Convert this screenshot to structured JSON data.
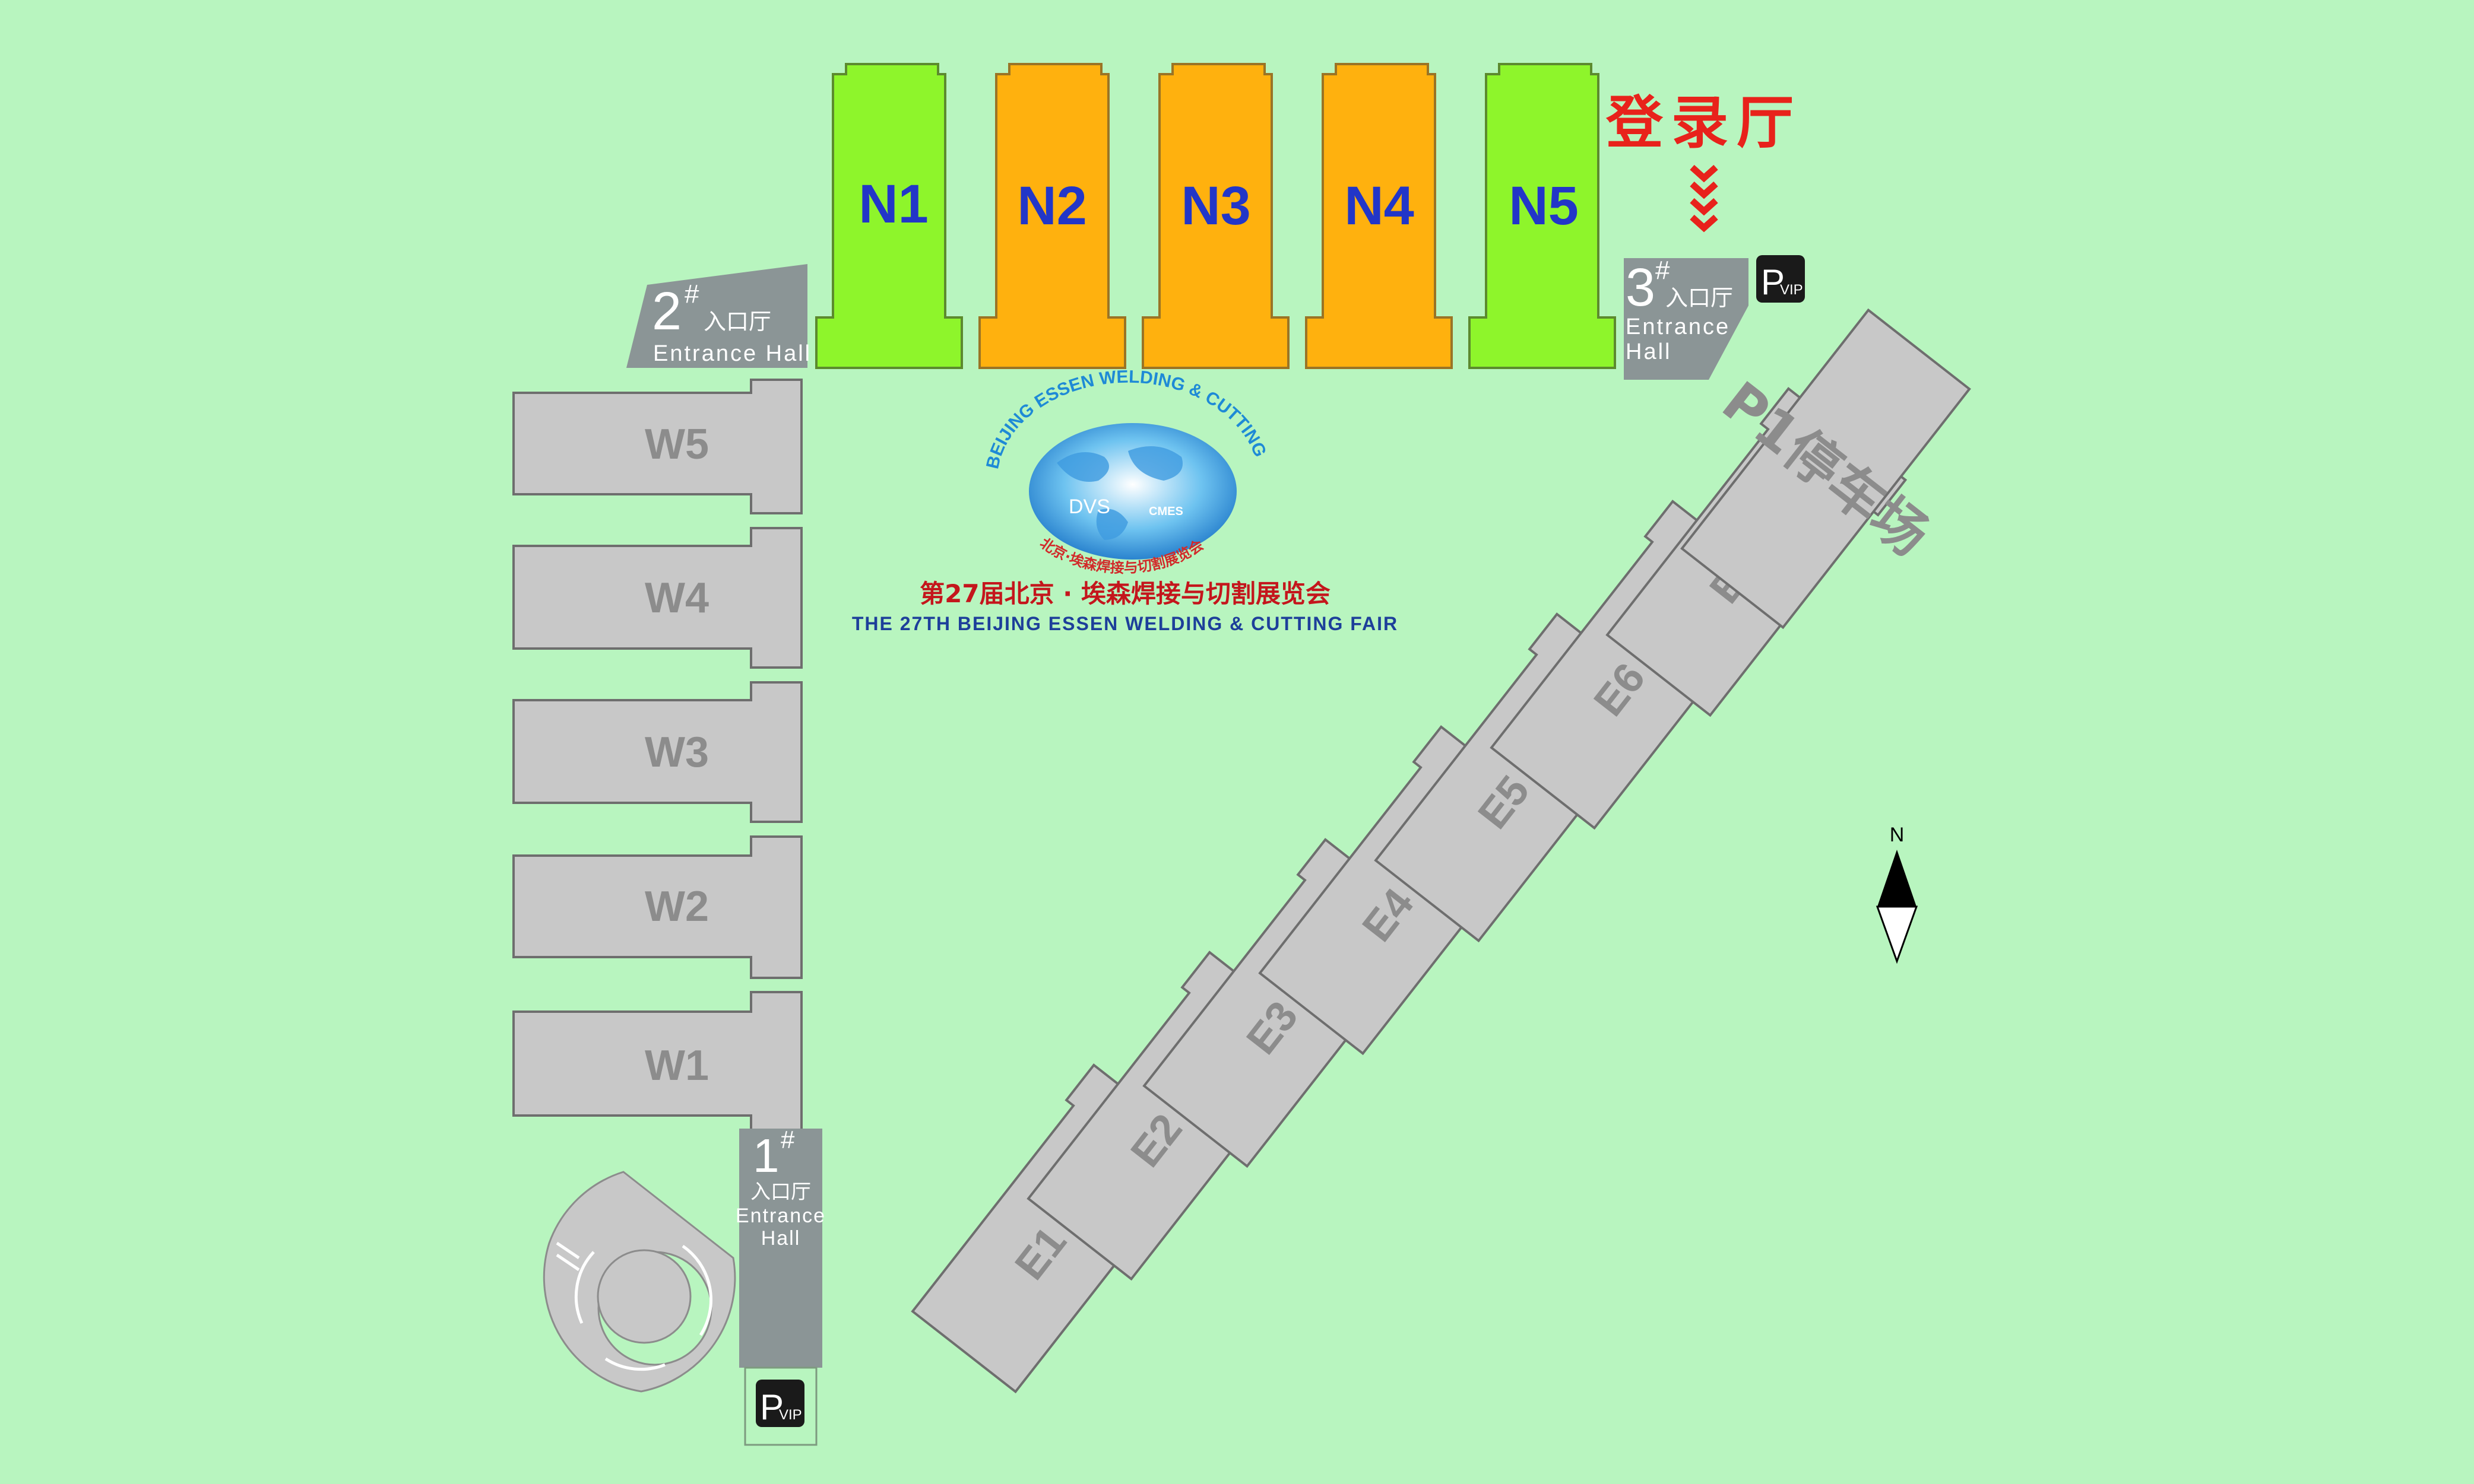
{
  "north_halls": [
    {
      "id": "N1",
      "label": "N1",
      "color": "#8ef52b",
      "text_color": "#2236c8"
    },
    {
      "id": "N2",
      "label": "N2",
      "color": "#ffb10e",
      "text_color": "#2236c8"
    },
    {
      "id": "N3",
      "label": "N3",
      "color": "#ffb10e",
      "text_color": "#2236c8"
    },
    {
      "id": "N4",
      "label": "N4",
      "color": "#ffb10e",
      "text_color": "#2236c8"
    },
    {
      "id": "N5",
      "label": "N5",
      "color": "#8ef52b",
      "text_color": "#2236c8"
    }
  ],
  "west_halls": [
    {
      "id": "W5",
      "label": "W5"
    },
    {
      "id": "W4",
      "label": "W4"
    },
    {
      "id": "W3",
      "label": "W3"
    },
    {
      "id": "W2",
      "label": "W2"
    },
    {
      "id": "W1",
      "label": "W1"
    }
  ],
  "east_halls": [
    {
      "id": "E1",
      "label": "E1"
    },
    {
      "id": "E2",
      "label": "E2"
    },
    {
      "id": "E3",
      "label": "E3"
    },
    {
      "id": "E4",
      "label": "E4"
    },
    {
      "id": "E5",
      "label": "E5"
    },
    {
      "id": "E6",
      "label": "E6"
    },
    {
      "id": "E7",
      "label": "E7"
    }
  ],
  "parking": {
    "label": "P1停车场"
  },
  "registration": {
    "label": "登录厅",
    "color": "#e8221b"
  },
  "entrances": {
    "e1": {
      "num": "1",
      "mark": "#",
      "zh": "入口厅",
      "en_line1": "Entrance",
      "en_line2": "Hall"
    },
    "e2": {
      "num": "2",
      "mark": "#",
      "zh": "入口厅",
      "en_line1": "Entrance Hall"
    },
    "e3": {
      "num": "3",
      "mark": "#",
      "zh": "入口厅",
      "en_line1": "Entrance",
      "en_line2": "Hall"
    }
  },
  "vip_parking": {
    "p": "P",
    "vip": "VIP"
  },
  "logo": {
    "arc_text": "BEIJING ESSEN WELDING & CUTTING",
    "arc_text_zh": "北京·埃森焊接与切割展览会",
    "dvs": "DVS",
    "cmes": "CMES"
  },
  "fair": {
    "title_zh": "第27届北京 · 埃森焊接与切割展览会",
    "title_en": "THE 27TH BEIJING ESSEN WELDING & CUTTING FAIR",
    "zh_color": "#c4161c",
    "en_color": "#1d3f9a"
  },
  "compass": {
    "north": "N"
  },
  "colors": {
    "background": "#b8f5bf",
    "hall_gray": "#c8c8c8",
    "entrance_gray": "#8b9596",
    "outline": "#6e6e6e"
  }
}
